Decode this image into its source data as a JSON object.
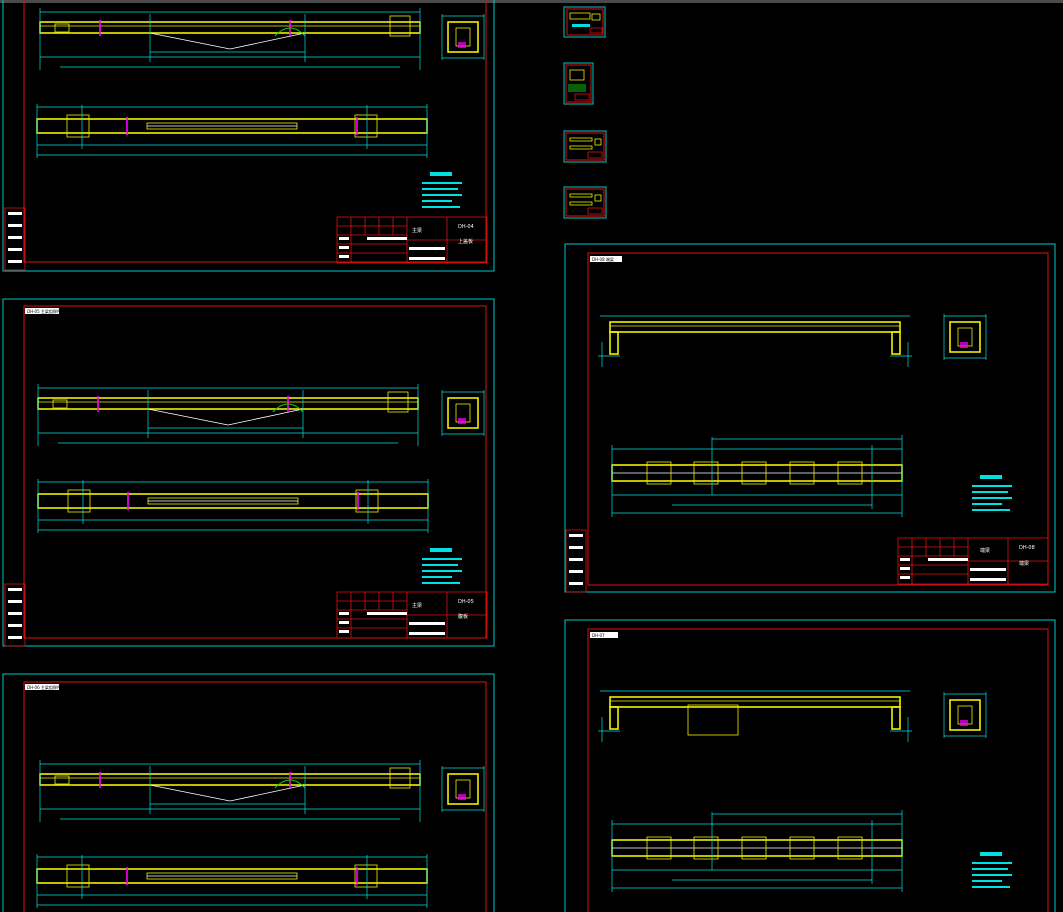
{
  "viewer": {
    "background": "#000000",
    "accent_frame": "#00c8c8",
    "border": "#e01010",
    "geometry": "#f0f000"
  },
  "sheets": [
    {
      "id": "A",
      "code": "DH-04",
      "part": "主梁",
      "name": "上盖板",
      "label": ""
    },
    {
      "id": "B",
      "code": "DH-05",
      "part": "主梁",
      "name": "腹板",
      "label": "DH-05 主梁组焊件"
    },
    {
      "id": "C",
      "code": "",
      "part": "",
      "name": "",
      "label": "DH-06 主梁组焊件"
    },
    {
      "id": "D",
      "code": "DH-08",
      "part": "端梁",
      "name": "端梁",
      "label": "DH-08 端梁"
    },
    {
      "id": "E",
      "code": "",
      "part": "",
      "name": "",
      "label": "DH-07"
    }
  ],
  "thumbnails": [
    {
      "name": "thumb-1"
    },
    {
      "name": "thumb-2"
    },
    {
      "name": "thumb-3"
    },
    {
      "name": "thumb-4"
    }
  ]
}
